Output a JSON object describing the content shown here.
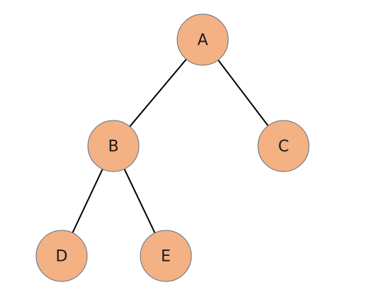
{
  "diagram": {
    "type": "binary-tree",
    "node_fill": "#f4b183",
    "node_stroke": "#5b6f86",
    "edge_color": "#000000",
    "nodes": [
      {
        "id": "A",
        "label": "A"
      },
      {
        "id": "B",
        "label": "B"
      },
      {
        "id": "C",
        "label": "C"
      },
      {
        "id": "D",
        "label": "D"
      },
      {
        "id": "E",
        "label": "E"
      }
    ],
    "edges": [
      {
        "from": "A",
        "to": "B"
      },
      {
        "from": "A",
        "to": "C"
      },
      {
        "from": "B",
        "to": "D"
      },
      {
        "from": "B",
        "to": "E"
      }
    ]
  }
}
